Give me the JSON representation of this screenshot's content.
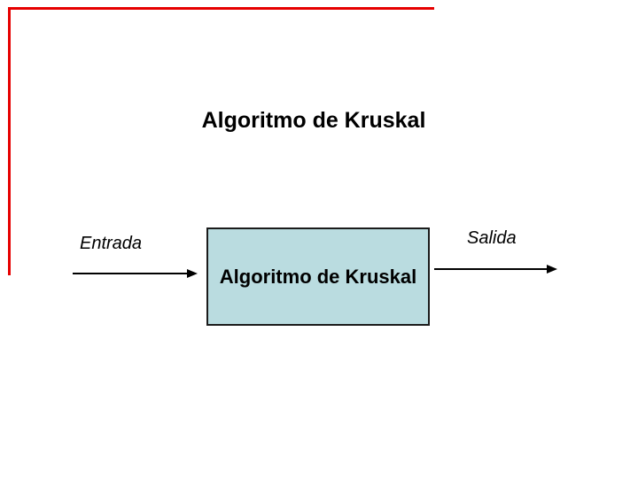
{
  "slide": {
    "title": "Algoritmo de Kruskal",
    "diagram": {
      "input_label": "Entrada",
      "output_label": "Salida",
      "process_label": "Algoritmo de Kruskal"
    },
    "colors": {
      "background": "#FFFFFF",
      "text": "#000000",
      "process_box_fill": "#BADCE0",
      "process_box_border": "#1B1B1B",
      "arrow": "#000000",
      "annotation_red": "#E60000"
    }
  }
}
